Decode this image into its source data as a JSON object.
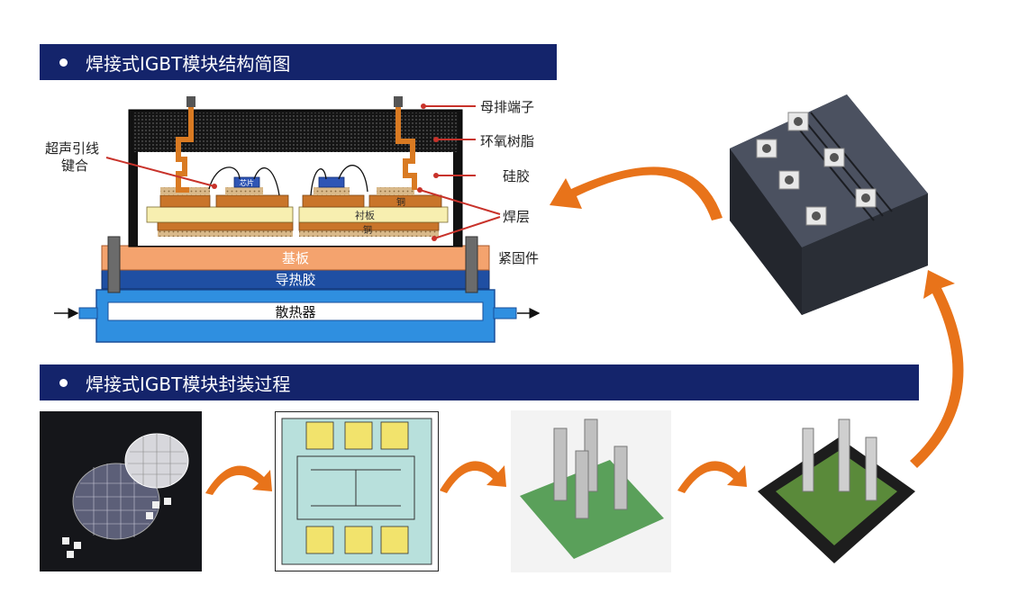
{
  "banners": {
    "structure_title": "焊接式IGBT模块结构简图",
    "process_title": "焊接式IGBT模块封装过程"
  },
  "diagram_labels": {
    "busbar_terminal": "母排端子",
    "epoxy_resin": "环氧树脂",
    "ultrasonic_bond_line1": "超声引线",
    "ultrasonic_bond_line2": "键合",
    "silicone_gel": "硅胶",
    "solder_layer": "焊层",
    "fastener": "紧固件",
    "baseplate": "基板",
    "thermal_grease": "导热胶",
    "heatsink": "散热器",
    "substrate": "衬板",
    "copper_a": "铜",
    "copper_b": "铜",
    "chip": "芯片"
  },
  "colors": {
    "banner_bg": "#14246b",
    "arrow_orange": "#e8731a",
    "baseplate": "#f4a36e",
    "thermal_grease": "#1f4fa3",
    "heatsink": "#2f8fe0",
    "copper": "#c9752a",
    "substrate": "#f7efb0",
    "epoxy": "#141414"
  }
}
